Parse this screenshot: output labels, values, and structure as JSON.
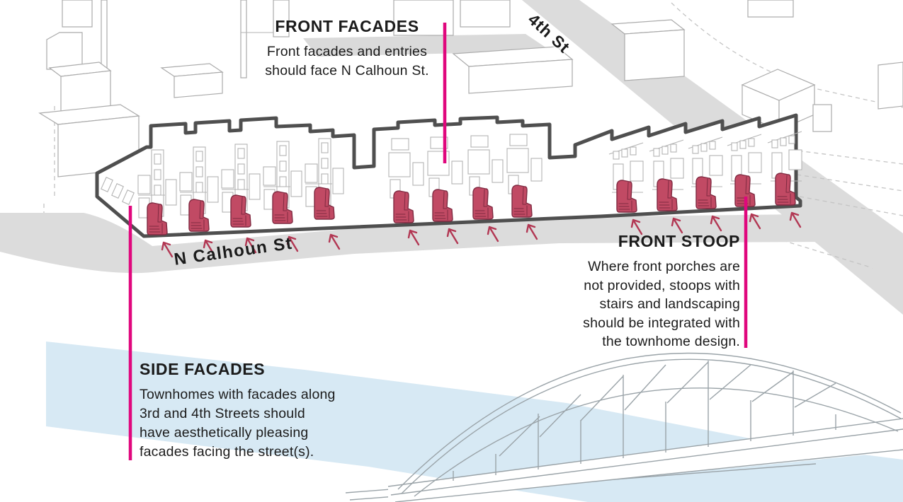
{
  "colors": {
    "magenta": "#e0077d",
    "stoop_fill": "#c14a64",
    "stoop_outline": "#7f2a41",
    "arrow_red": "#b23753",
    "block_outline": "#4f4f4f",
    "street_gray": "#dcdcdc",
    "background_gray": "#dadada",
    "water_blue": "#d7e9f4",
    "line_gray": "#ababab",
    "text_black": "#1b1b1b"
  },
  "streets": {
    "n_calhoun": "N Calhoun St",
    "fourth": "4th St"
  },
  "annotations": {
    "front_facades": {
      "title": "FRONT FACADES",
      "body": "Front facades and entries\nshould face N Calhoun St."
    },
    "front_stoop": {
      "title": "FRONT STOOP",
      "body": "Where front porches are\nnot provided, stoops with\nstairs and landscaping\nshould be integrated with\nthe townhome design."
    },
    "side_facades": {
      "title": "SIDE FACADES",
      "body": "Townhomes with facades along\n3rd and 4th Streets should\nhave aesthetically pleasing\nfacades facing the street(s)."
    }
  }
}
